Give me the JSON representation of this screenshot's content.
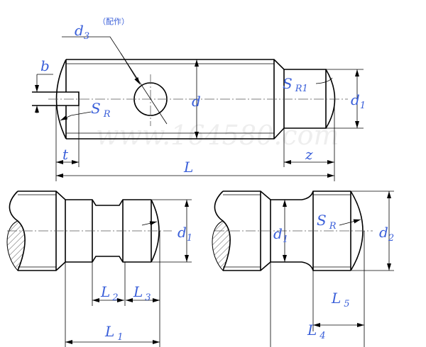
{
  "watermark": "www.164580.com",
  "top_view": {
    "d3": {
      "main": "d",
      "sub": "3"
    },
    "d3_note": "（配作）",
    "b": "b",
    "sr": {
      "main": "S",
      "sub": "R"
    },
    "d": "d",
    "sr1": {
      "main": "S",
      "sub": "R1"
    },
    "d1": {
      "main": "d",
      "sub": "1"
    },
    "t": "t",
    "z": "z",
    "L": "L"
  },
  "bottom_left": {
    "d1": {
      "main": "d",
      "sub": "1"
    },
    "L2": {
      "main": "L",
      "sub": "2"
    },
    "L3": {
      "main": "L",
      "sub": "3"
    },
    "L1": {
      "main": "L",
      "sub": "1"
    }
  },
  "bottom_right": {
    "d1": {
      "main": "d",
      "sub": "1"
    },
    "sr": {
      "main": "S",
      "sub": "R"
    },
    "d2": {
      "main": "d",
      "sub": "2"
    },
    "L5": {
      "main": "L",
      "sub": "5"
    },
    "L4": {
      "main": "L",
      "sub": "4"
    }
  }
}
